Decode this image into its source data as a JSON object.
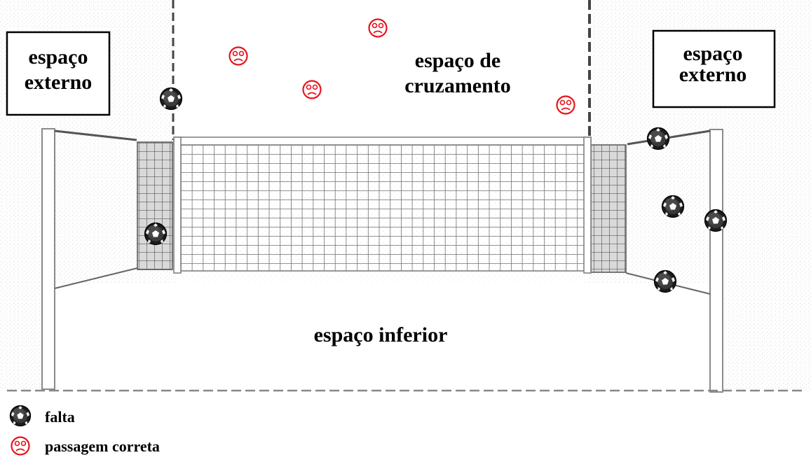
{
  "zones": {
    "left_external": [
      "espaço",
      "externo"
    ],
    "right_external": [
      "espaço",
      "externo"
    ],
    "crossing": [
      "espaço de",
      "cruzamento"
    ],
    "lower": "espaço inferior"
  },
  "legend": [
    {
      "icon": "soccer-ball-icon",
      "label": "falta"
    },
    {
      "icon": "red-sad-face-icon",
      "label": "passagem correta"
    }
  ],
  "colors": {
    "ball": "#1a1a1a",
    "correct_pass": "#e8141c",
    "net": "#666666",
    "frame": "#8a8a8a"
  }
}
